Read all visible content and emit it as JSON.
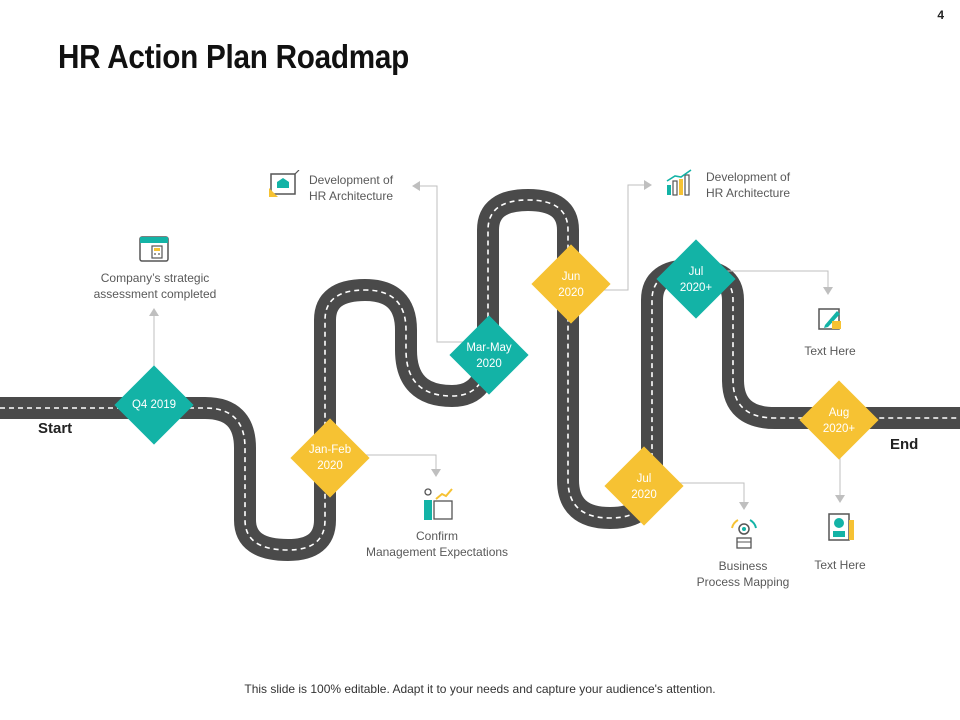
{
  "page_number": "4",
  "title": "HR Action Plan Roadmap",
  "start_label": "Start",
  "end_label": "End",
  "milestones": [
    {
      "line1": "Q4 2019",
      "line2": "",
      "color": "#13b3a6"
    },
    {
      "line1": "Jan-Feb",
      "line2": "2020",
      "color": "#f6c233"
    },
    {
      "line1": "Mar-May",
      "line2": "2020",
      "color": "#13b3a6"
    },
    {
      "line1": "Jun",
      "line2": "2020",
      "color": "#f6c233"
    },
    {
      "line1": "Jul",
      "line2": "2020",
      "color": "#f6c233"
    },
    {
      "line1": "Jul",
      "line2": "2020+",
      "color": "#13b3a6"
    },
    {
      "line1": "Aug",
      "line2": "2020+",
      "color": "#f6c233"
    }
  ],
  "captions": {
    "strategic": {
      "line1": "Company’s strategic",
      "line2": "assessment completed",
      "icon": "calculator-icon"
    },
    "confirm": {
      "line1": "Confirm",
      "line2": "Management  Expectations",
      "icon": "presentation-icon"
    },
    "dev1": {
      "line1": "Development  of",
      "line2": "HR Architecture",
      "icon": "blueprint-icon"
    },
    "dev2": {
      "line1": "Development  of",
      "line2": "HR Architecture",
      "icon": "growth-chart-icon"
    },
    "bpm": {
      "line1": "Business",
      "line2": "Process Mapping",
      "icon": "process-gear-icon"
    },
    "text_here_1": {
      "line1": "Text Here",
      "icon": "document-edit-icon"
    },
    "text_here_2": {
      "line1": "Text Here",
      "icon": "report-icon"
    }
  },
  "colors": {
    "road": "#4a4a4a",
    "teal": "#13b3a6",
    "yellow": "#f6c233",
    "connector": "#bfbfbf"
  },
  "footer": "This slide is 100% editable. Adapt it to your needs and capture your audience's attention."
}
